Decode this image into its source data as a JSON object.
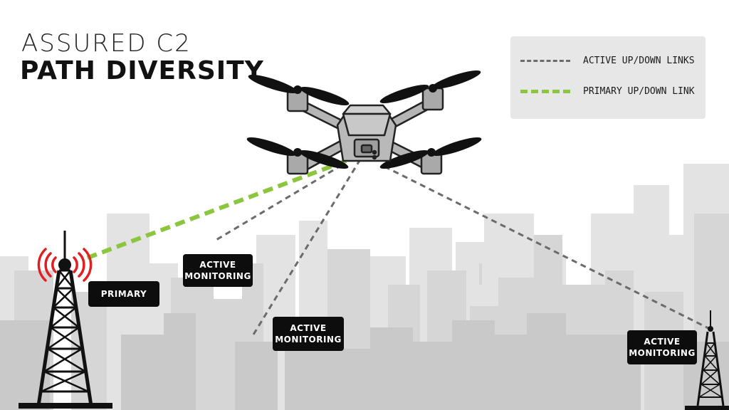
{
  "title": {
    "line1": "ASSURED C2",
    "line2": "PATH DIVERSITY"
  },
  "legend": {
    "items": [
      {
        "label": "ACTIVE UP/DOWN LINKS",
        "style": "gray-dashed",
        "color": "#6b6b6b"
      },
      {
        "label": "PRIMARY UP/DOWN LINK",
        "style": "green-dashed",
        "color": "#8cc63f"
      }
    ]
  },
  "labels": {
    "primary": {
      "line1": "PRIMARY"
    },
    "monitoring_1": {
      "line1": "ACTIVE",
      "line2": "MONITORING"
    },
    "monitoring_2": {
      "line1": "ACTIVE",
      "line2": "MONITORING"
    },
    "monitoring_3": {
      "line1": "ACTIVE",
      "line2": "MONITORING"
    }
  },
  "icons": [
    "drone-icon",
    "cell-tower-icon",
    "radio-signal-icon",
    "city-skyline"
  ],
  "colors": {
    "primary_link": "#8cc63f",
    "active_link": "#6b6b6b",
    "signal": "#e02020",
    "label_bg": "#0d0d0d",
    "skyline": "#dcdcdc",
    "legend_bg": "#e7e7e7"
  }
}
